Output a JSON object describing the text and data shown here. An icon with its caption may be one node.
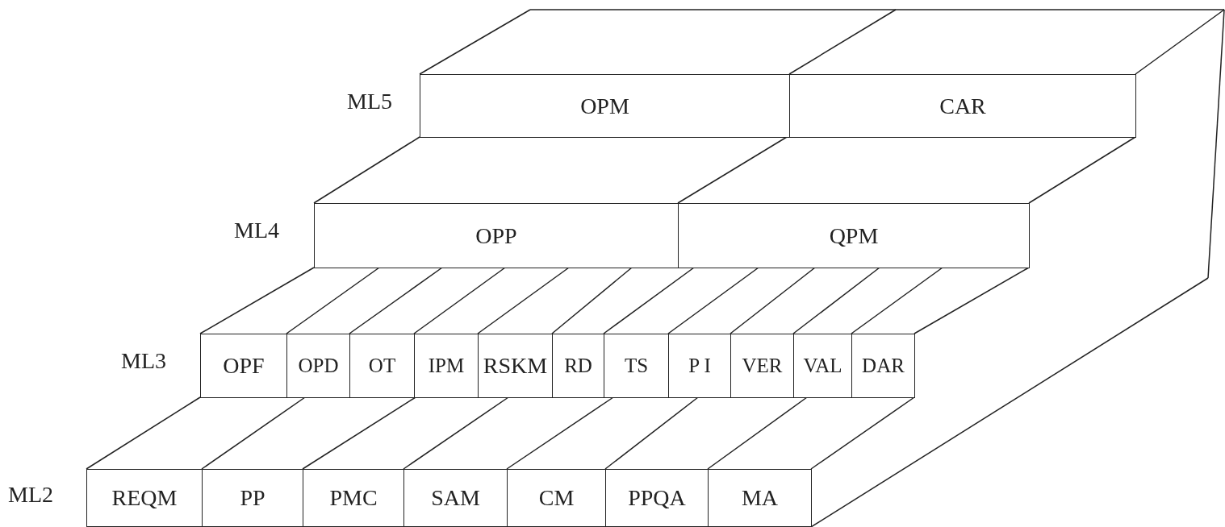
{
  "diagram": {
    "nodes": [
      {
        "text": [
          "OPM"
        ]
      },
      {
        "text": [
          "CAR"
        ]
      },
      {
        "text": [
          "OPP"
        ]
      },
      {
        "text": [
          "QPM"
        ]
      },
      {
        "text": [
          "OPF"
        ]
      },
      {
        "text": [
          "OPD"
        ]
      },
      {
        "text": [
          "OT"
        ]
      },
      {
        "text": [
          "IPM"
        ]
      },
      {
        "text": [
          "RSKM"
        ]
      },
      {
        "text": [
          "RD"
        ]
      },
      {
        "text": [
          "TS"
        ]
      },
      {
        "text": [
          "P I"
        ]
      },
      {
        "text": [
          "VER"
        ]
      },
      {
        "text": [
          "VAL"
        ]
      },
      {
        "text": [
          "DAR"
        ]
      },
      {
        "text": [
          "REQM"
        ]
      },
      {
        "text": [
          "PP"
        ]
      },
      {
        "text": [
          "PMC"
        ]
      },
      {
        "text": [
          "SAM"
        ]
      },
      {
        "text": [
          "CM"
        ]
      },
      {
        "text": [
          "PPQA"
        ]
      },
      {
        "text": [
          "MA"
        ]
      }
    ],
    "labels": [
      "ML5",
      "ML4",
      "ML3",
      "ML2"
    ]
  }
}
